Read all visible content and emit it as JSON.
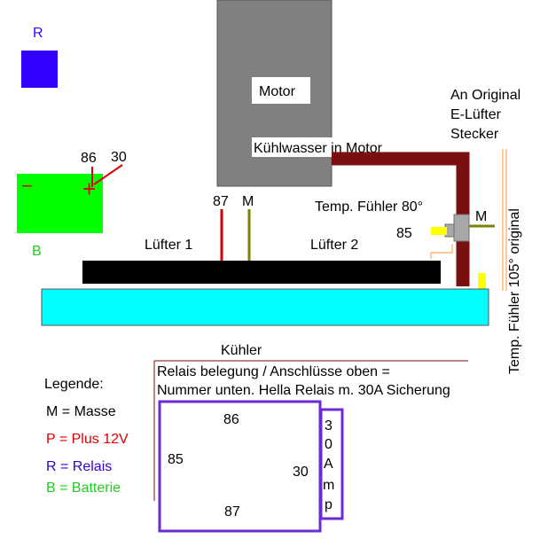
{
  "colors": {
    "relay": "#3300ff",
    "relay_outline": "#6a2bd6",
    "battery": "#00ff00",
    "battery_text": "#22cc22",
    "plus": "#dd0000",
    "engine": "#808080",
    "hose": "#7a0f0f",
    "radiator": "#00ffff",
    "fan": "#000000",
    "ground_wire": "#808000",
    "sensor": "#ffff00",
    "thin_wire": "#ff9933"
  },
  "legend_key": {
    "relay_letter": "R",
    "battery_letter": "B"
  },
  "battery": {
    "minus": "−",
    "plus": "+",
    "terminal_86": "86",
    "terminal_30": "30"
  },
  "engine": {
    "label": "Motor",
    "coolant_label": "Kühlwasser in Motor"
  },
  "connector_note": {
    "line1": "An Original",
    "line2": "E-Lüfter",
    "line3": "Stecker"
  },
  "sensors": {
    "temp_80": "Temp. Fühler 80°",
    "terminal_85": "85",
    "ground_m": "M",
    "temp_105": "Temp. Fühler 105° original"
  },
  "fan": {
    "terminal_87": "87",
    "ground_m": "M",
    "fan1": "Lüfter 1",
    "fan2": "Lüfter 2"
  },
  "radiator": {
    "label": "Kühler"
  },
  "relay_note": {
    "line1": "Relais belegung / Anschlüsse oben  =",
    "line2": "Nummer unten. Hella Relais m. 30A Sicherung"
  },
  "legend": {
    "title": "Legende:",
    "items": [
      {
        "text": "M = Masse",
        "color": "#000000"
      },
      {
        "text": "P = Plus 12V",
        "color": "#dd0000"
      },
      {
        "text": "R = Relais",
        "color": "#3300cc"
      },
      {
        "text": "B = Batterie",
        "color": "#22cc22"
      }
    ]
  },
  "relay": {
    "pin_86": "86",
    "pin_85": "85",
    "pin_30": "30",
    "pin_87": "87",
    "fuse_chars": [
      "3",
      "0",
      "A",
      "m",
      "p"
    ]
  }
}
